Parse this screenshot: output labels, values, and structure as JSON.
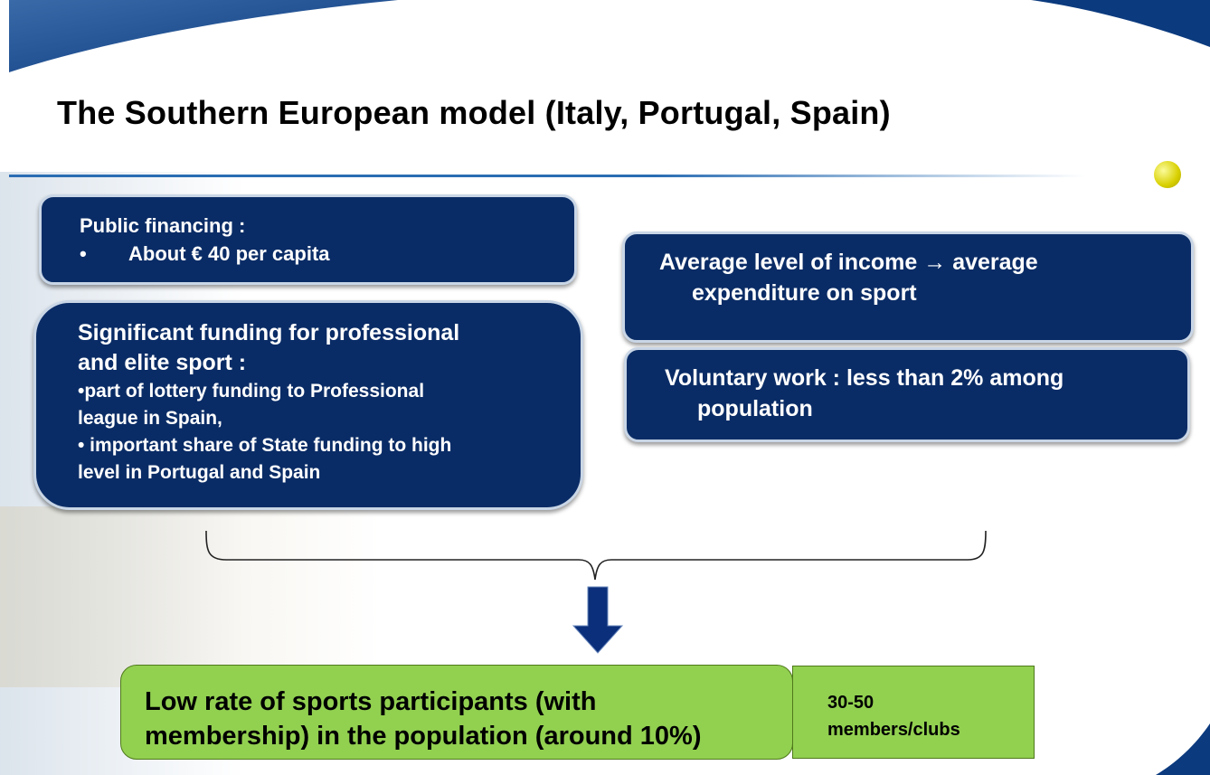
{
  "title": "The Southern European model (Italy, Portugal, Spain)",
  "colors": {
    "box_fill": "#0a2c66",
    "highlight_fill": "#92d050",
    "accent": "#2a6db3"
  },
  "boxes": {
    "public_financing": {
      "heading": "Public financing :",
      "bullet_marker": "•",
      "bullet": "About € 40 per capita"
    },
    "funding": {
      "heading_line1": "Significant funding for professional",
      "heading_line2": "and elite sport :",
      "line1": "•part of lottery funding to Professional",
      "line2": "league in Spain,",
      "line3": "• important share of State funding to high",
      "line4": "level in Portugal and Spain"
    },
    "income": {
      "line1": "Average level of income → average",
      "line2": "expenditure on sport"
    },
    "voluntary": {
      "line1": "Voluntary work : less than 2% among",
      "line2": "population"
    }
  },
  "result": {
    "line1": "Low rate of sports participants (with",
    "line2": "membership) in the population (around 10%)",
    "side_line1": "30-50",
    "side_line2": "members/clubs"
  }
}
